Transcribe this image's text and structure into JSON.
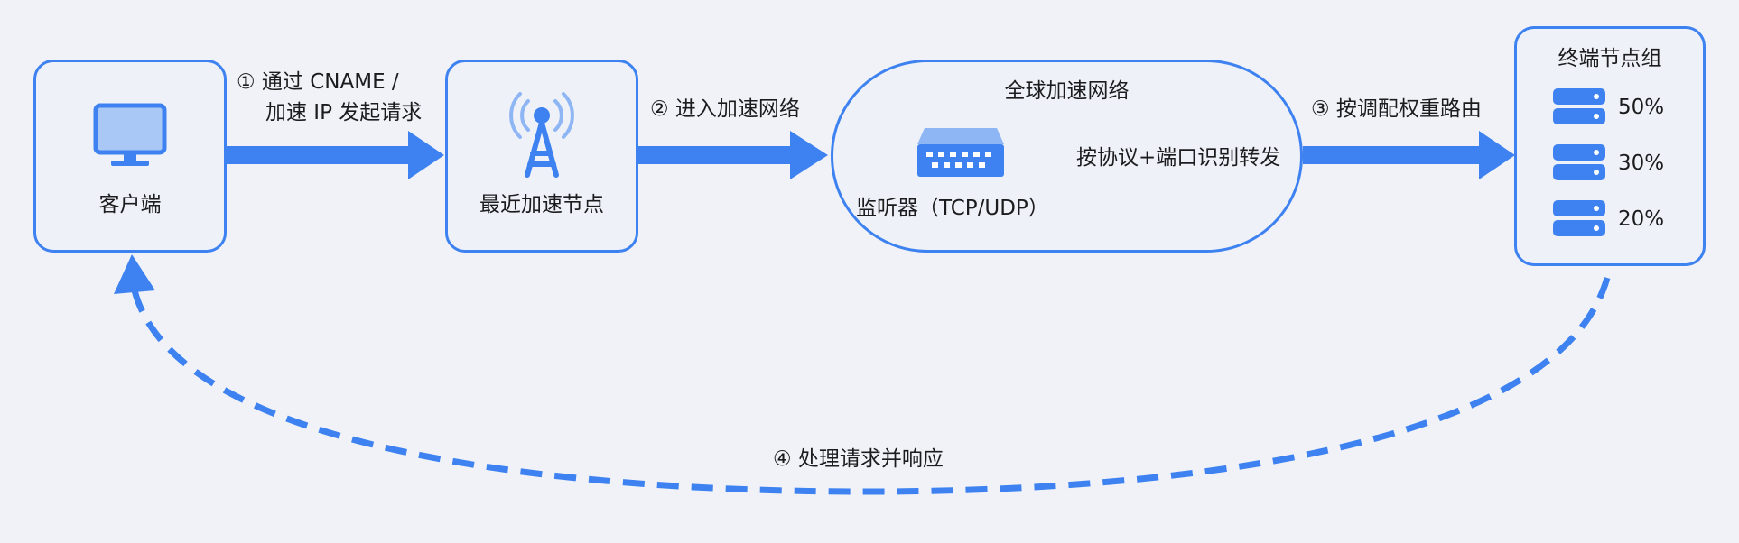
{
  "nodes": {
    "client": {
      "label": "客户端"
    },
    "edge": {
      "label": "最近加速节点"
    },
    "network": {
      "title": "全球加速网络",
      "listener": "监听器（TCP/UDP）",
      "forward": "按协议+端口识别转发"
    },
    "endpoints": {
      "title": "终端节点组",
      "items": [
        {
          "weight": "50%"
        },
        {
          "weight": "30%"
        },
        {
          "weight": "20%"
        }
      ]
    }
  },
  "steps": {
    "s1_line1": "① 通过 CNAME /",
    "s1_line2": "加速 IP 发起请求",
    "s2": "② 进入加速网络",
    "s3": "③ 按调配权重路由",
    "s4": "④ 处理请求并响应"
  },
  "colors": {
    "accent": "#3d82f0",
    "background": "#f0f2f8"
  },
  "icons": [
    "monitor-icon",
    "antenna-icon",
    "network-switch-icon",
    "server-icon"
  ]
}
